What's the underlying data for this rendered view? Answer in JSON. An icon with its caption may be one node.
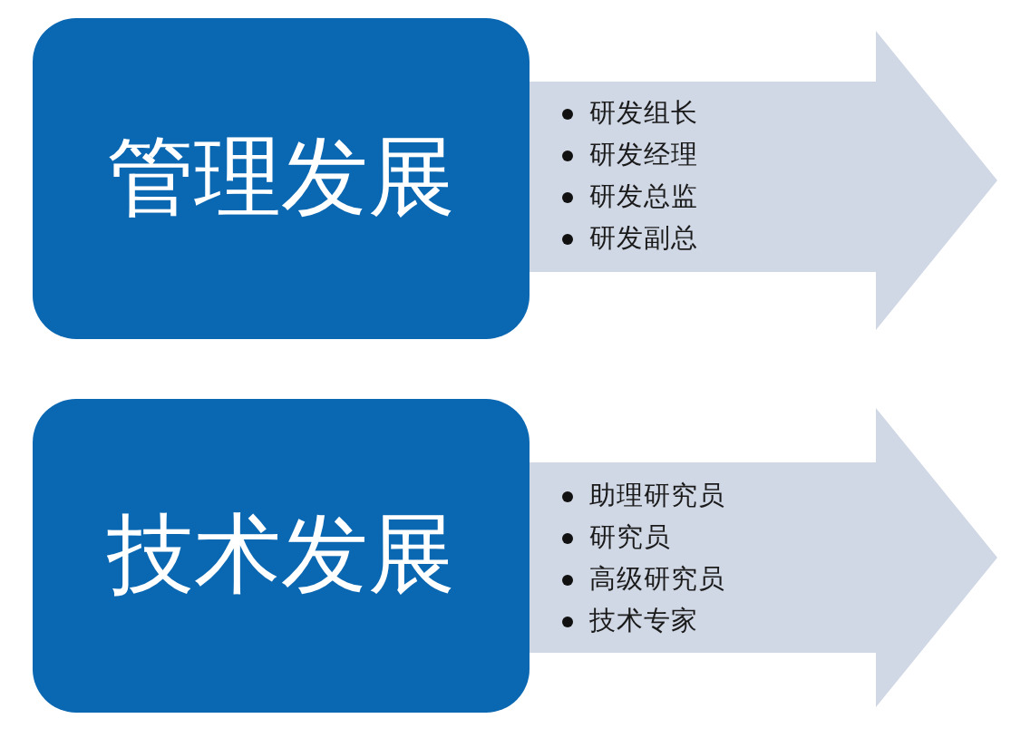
{
  "diagram": {
    "nodes": [
      {
        "text": [
          "管理发展"
        ]
      },
      {
        "text": [
          "研发组长",
          "研发经理",
          "研发总监",
          "研发副总"
        ]
      },
      {
        "text": [
          "技术发展"
        ]
      },
      {
        "text": [
          "助理研究员",
          "研究员",
          "高级研究员",
          "技术专家"
        ]
      }
    ]
  }
}
